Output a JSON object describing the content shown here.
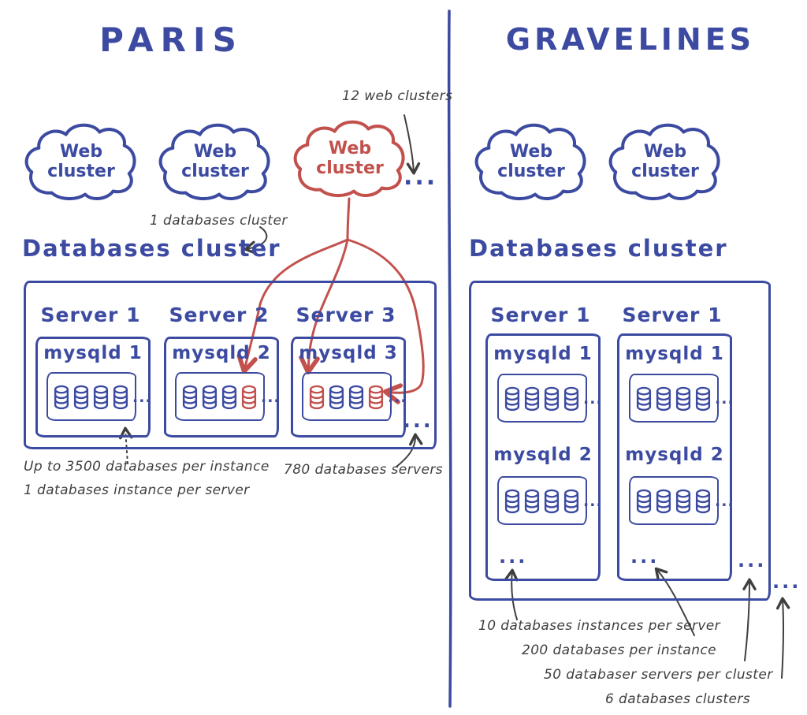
{
  "glyphs": {
    "ellipsis": "..."
  },
  "colors": {
    "blue": "#3c4ba1",
    "red": "#c2514d",
    "ink": "#3f3f3f",
    "background": "#ffffff"
  },
  "paris": {
    "title": "PARIS",
    "web_clusters_note": "12 web clusters",
    "clouds": [
      {
        "label": "Web cluster",
        "highlighted": false
      },
      {
        "label": "Web cluster",
        "highlighted": false
      },
      {
        "label": "Web cluster",
        "highlighted": true
      }
    ],
    "databases_cluster_note": "1 databases cluster",
    "databases_cluster_label": "Databases cluster",
    "servers": [
      {
        "name": "Server 1",
        "instance": {
          "name": "mysqld 1",
          "db_colors": [
            "blue",
            "blue",
            "blue",
            "blue"
          ]
        }
      },
      {
        "name": "Server 2",
        "instance": {
          "name": "mysqld 2",
          "db_colors": [
            "blue",
            "blue",
            "blue",
            "red"
          ]
        }
      },
      {
        "name": "Server 3",
        "instance": {
          "name": "mysqld 3",
          "db_colors": [
            "red",
            "blue",
            "blue",
            "red"
          ]
        }
      }
    ],
    "notes": {
      "databases_per_instance": "Up to 3500 databases per instance",
      "instances_per_server": "1 databases instance per server",
      "databases_servers": "780 databases servers"
    }
  },
  "gravelines": {
    "title": "GRAVELINES",
    "clouds": [
      {
        "label": "Web cluster",
        "highlighted": false
      },
      {
        "label": "Web cluster",
        "highlighted": false
      }
    ],
    "databases_cluster_label": "Databases cluster",
    "servers": [
      {
        "name": "Server 1",
        "instances": [
          {
            "name": "mysqld 1",
            "db_colors": [
              "blue",
              "blue",
              "blue",
              "blue"
            ]
          },
          {
            "name": "mysqld 2",
            "db_colors": [
              "blue",
              "blue",
              "blue",
              "blue"
            ]
          }
        ]
      },
      {
        "name": "Server 1",
        "instances": [
          {
            "name": "mysqld 1",
            "db_colors": [
              "blue",
              "blue",
              "blue",
              "blue"
            ]
          },
          {
            "name": "mysqld 2",
            "db_colors": [
              "blue",
              "blue",
              "blue",
              "blue"
            ]
          }
        ]
      }
    ],
    "notes": {
      "instances_per_server": "10 databases instances per server",
      "databases_per_instance": "200 databases per instance",
      "servers_per_cluster": "50 databaser servers per cluster",
      "clusters": "6 databases clusters"
    }
  }
}
